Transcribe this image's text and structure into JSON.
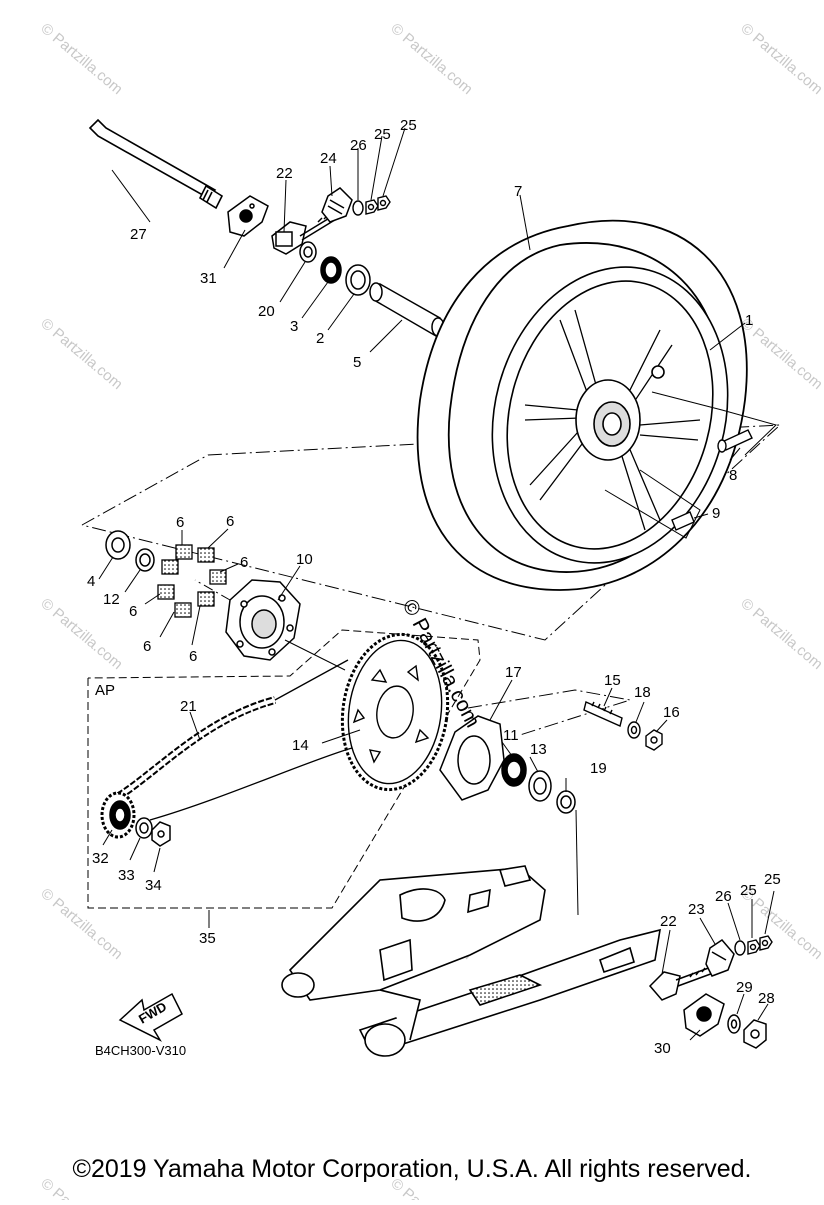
{
  "diagram": {
    "code": "B4CH300-V310",
    "fwd_label": "FWD",
    "group_label": "AP",
    "watermark": "© Partzilla.com",
    "callouts": [
      {
        "id": "c1",
        "label": "1"
      },
      {
        "id": "c2",
        "label": "2"
      },
      {
        "id": "c3",
        "label": "3"
      },
      {
        "id": "c4",
        "label": "4"
      },
      {
        "id": "c5",
        "label": "5"
      },
      {
        "id": "c6a",
        "label": "6"
      },
      {
        "id": "c6b",
        "label": "6"
      },
      {
        "id": "c6c",
        "label": "6"
      },
      {
        "id": "c6d",
        "label": "6"
      },
      {
        "id": "c6e",
        "label": "6"
      },
      {
        "id": "c6f",
        "label": "6"
      },
      {
        "id": "c7",
        "label": "7"
      },
      {
        "id": "c8",
        "label": "8"
      },
      {
        "id": "c9",
        "label": "9"
      },
      {
        "id": "c10",
        "label": "10"
      },
      {
        "id": "c11",
        "label": "11"
      },
      {
        "id": "c12",
        "label": "12"
      },
      {
        "id": "c13",
        "label": "13"
      },
      {
        "id": "c14",
        "label": "14"
      },
      {
        "id": "c15",
        "label": "15"
      },
      {
        "id": "c16",
        "label": "16"
      },
      {
        "id": "c17",
        "label": "17"
      },
      {
        "id": "c18",
        "label": "18"
      },
      {
        "id": "c19",
        "label": "19"
      },
      {
        "id": "c20",
        "label": "20"
      },
      {
        "id": "c21",
        "label": "21"
      },
      {
        "id": "c22a",
        "label": "22"
      },
      {
        "id": "c22b",
        "label": "22"
      },
      {
        "id": "c23",
        "label": "23"
      },
      {
        "id": "c24",
        "label": "24"
      },
      {
        "id": "c25a",
        "label": "25"
      },
      {
        "id": "c25b",
        "label": "25"
      },
      {
        "id": "c25c",
        "label": "25"
      },
      {
        "id": "c25d",
        "label": "25"
      },
      {
        "id": "c26a",
        "label": "26"
      },
      {
        "id": "c26b",
        "label": "26"
      },
      {
        "id": "c27",
        "label": "27"
      },
      {
        "id": "c28",
        "label": "28"
      },
      {
        "id": "c29",
        "label": "29"
      },
      {
        "id": "c30",
        "label": "30"
      },
      {
        "id": "c31",
        "label": "31"
      },
      {
        "id": "c32",
        "label": "32"
      },
      {
        "id": "c33",
        "label": "33"
      },
      {
        "id": "c34",
        "label": "34"
      },
      {
        "id": "c35",
        "label": "35"
      }
    ]
  },
  "footer": {
    "copyright": "©2019  Yamaha Motor Corporation, U.S.A. All rights reserved."
  }
}
